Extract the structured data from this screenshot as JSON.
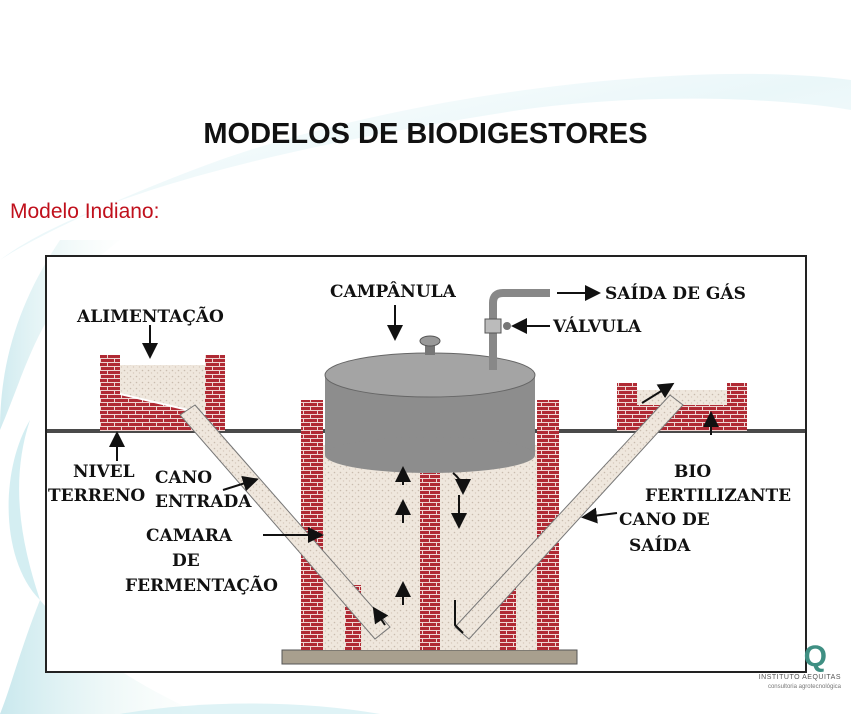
{
  "slide": {
    "title": "MODELOS DE BIODIGESTORES",
    "subtitle": "Modelo Indiano:"
  },
  "diagram": {
    "labels": {
      "campanula": "CAMPÂNULA",
      "saida_gas": "SAÍDA DE GÁS",
      "valvula": "VÁLVULA",
      "alimentacao": "ALIMENTAÇÃO",
      "nivel": "NIVEL",
      "terreno": "TERRENO",
      "cano": "CANO",
      "entrada": "ENTRADA",
      "camara": "CAMARA",
      "de": "DE",
      "fermentacao": "FERMENTAÇÃO",
      "bio": "BIO",
      "fertilizante": "FERTILIZANTE",
      "cano_de": "CANO DE",
      "saida": "SAÍDA"
    },
    "colors": {
      "brick": "#b02a34",
      "mortar": "#eed6d3",
      "slurry": "#e4dbd1",
      "bell": "#8d8d8d",
      "ground": "#4a4a4a",
      "base": "#a89f8e"
    }
  },
  "logo": {
    "mark": "Q",
    "name": "INSTITUTO AEQUITAS",
    "tagline": "consultoria agrotecnológica"
  }
}
